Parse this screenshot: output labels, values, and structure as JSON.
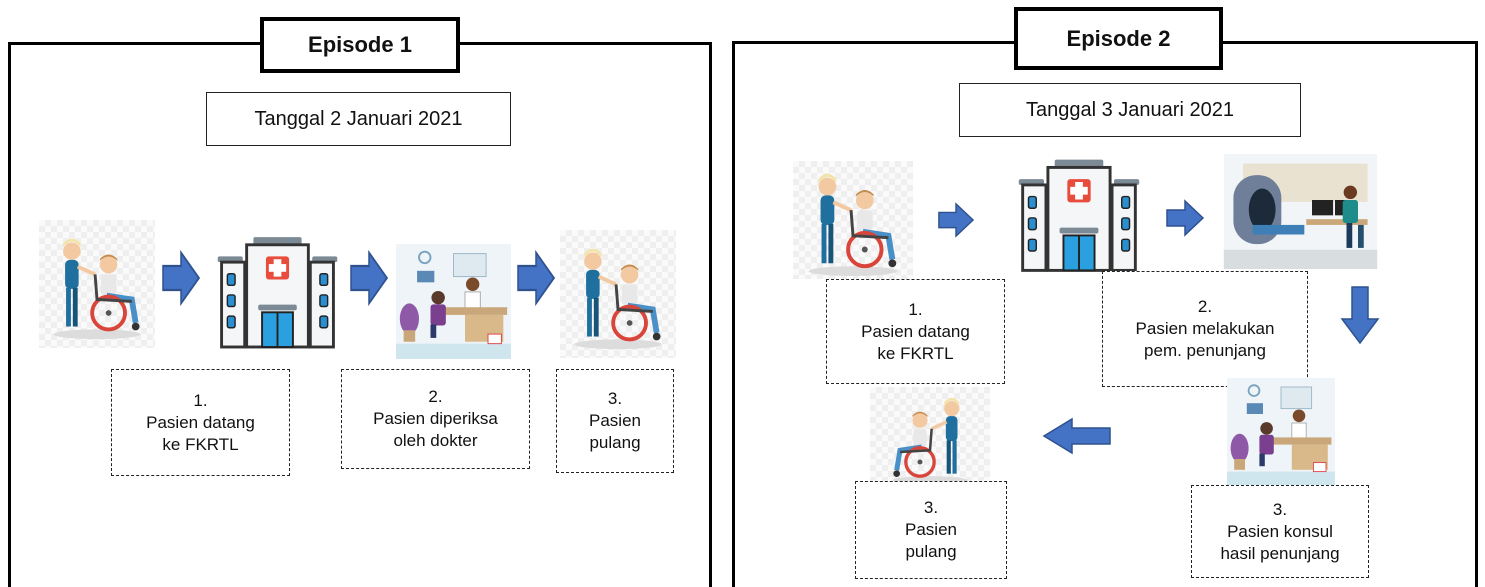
{
  "episodes": [
    {
      "title": "Episode 1",
      "date": "Tanggal 2 Januari 2021",
      "steps": [
        {
          "num": "1.",
          "lines": [
            "Pasien datang",
            "ke FKRTL"
          ]
        },
        {
          "num": "2.",
          "lines": [
            "Pasien diperiksa",
            "oleh dokter"
          ]
        },
        {
          "num": "3.",
          "lines": [
            "Pasien",
            "pulang"
          ]
        }
      ]
    },
    {
      "title": "Episode 2",
      "date": "Tanggal 3 Januari 2021",
      "steps": [
        {
          "num": "1.",
          "lines": [
            "Pasien datang",
            "ke FKRTL"
          ]
        },
        {
          "num": "2.",
          "lines": [
            "Pasien melakukan",
            "pem. penunjang"
          ]
        },
        {
          "num": "3.",
          "lines": [
            "Pasien konsul",
            "hasil penunjang"
          ]
        },
        {
          "num": "3.",
          "lines": [
            "Pasien",
            "pulang"
          ]
        }
      ]
    }
  ],
  "colors": {
    "arrow": "#4472c4",
    "arrow_stroke": "#2f528f",
    "hospital_red": "#e74c3c",
    "scrub_blue": "#1f6f9f"
  },
  "icons": [
    "wheelchair-patient-icon",
    "hospital-icon",
    "doctor-desk-icon",
    "mri-scanner-icon",
    "arrow-right-icon",
    "arrow-down-icon",
    "arrow-left-icon"
  ]
}
